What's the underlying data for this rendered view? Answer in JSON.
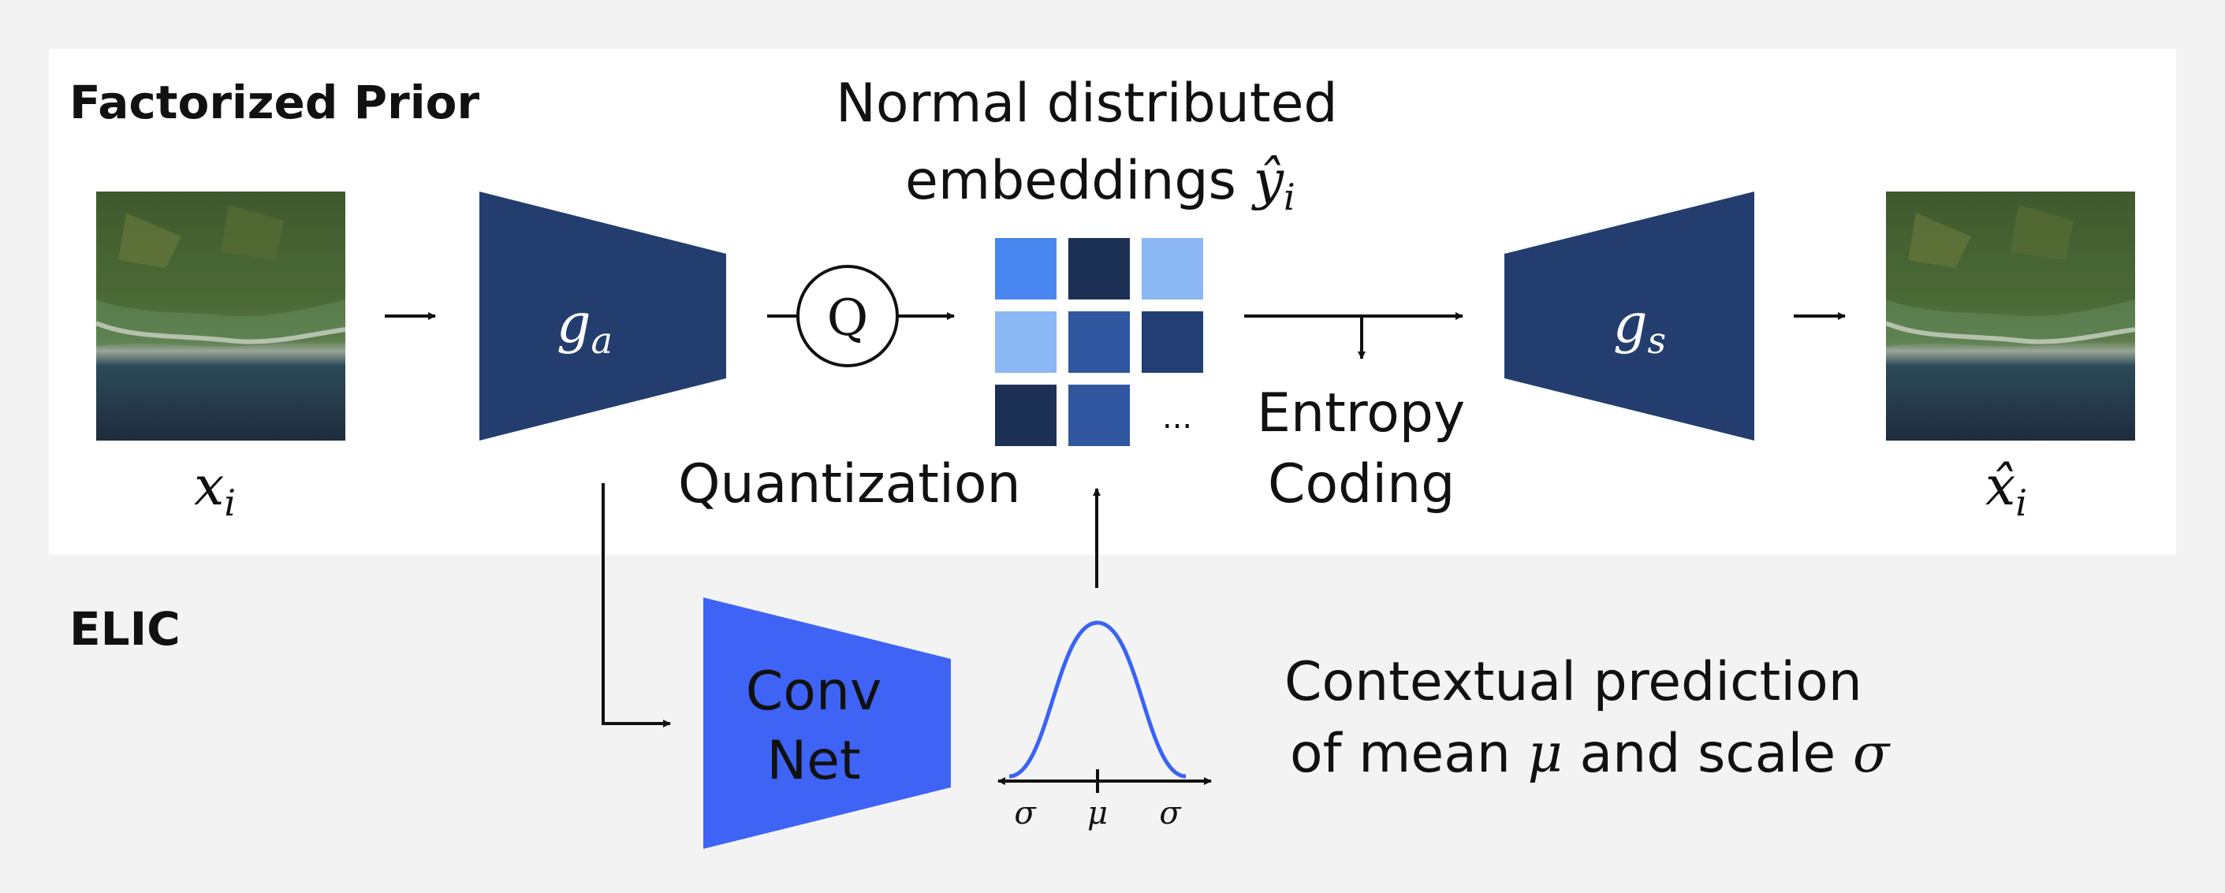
{
  "sections": {
    "factorized_prior": "Factorized Prior",
    "elic": "ELIC"
  },
  "input_var": {
    "base": "x",
    "sub": "i"
  },
  "output_var": {
    "base": "x̂",
    "sub": "i"
  },
  "encoder": {
    "base": "g",
    "sub": "a"
  },
  "decoder": {
    "base": "g",
    "sub": "s"
  },
  "quantizer_symbol": "Q",
  "quantization_label": "Quantization",
  "embeddings": {
    "line1": "Normal distributed",
    "line2": "embeddings ",
    "var_base": "ŷ",
    "var_sub": "i",
    "ellipsis": "...",
    "grid_colors": [
      [
        "#4a86f0",
        "#1c2f55",
        "#8bb7f5"
      ],
      [
        "#8bb7f5",
        "#30569f",
        "#233e74"
      ],
      [
        "#1c2f55",
        "#30569f",
        null
      ]
    ]
  },
  "entropy_coding": {
    "line1": "Entropy",
    "line2": "Coding"
  },
  "convnet": {
    "line1": "Conv",
    "line2": "Net"
  },
  "gaussian_ticks": {
    "left": "σ",
    "center": "μ",
    "right": "σ"
  },
  "contextual": {
    "line1": "Contextual prediction",
    "line2_a": "of mean ",
    "mu": "μ",
    "line2_b": " and scale ",
    "sigma": "σ"
  },
  "colors": {
    "encoder_decoder": "#233e6e",
    "convnet": "#3e63f5",
    "gaussian_curve": "#3a63f5",
    "panel": "#ffffff",
    "background": "#f3f3f3"
  }
}
